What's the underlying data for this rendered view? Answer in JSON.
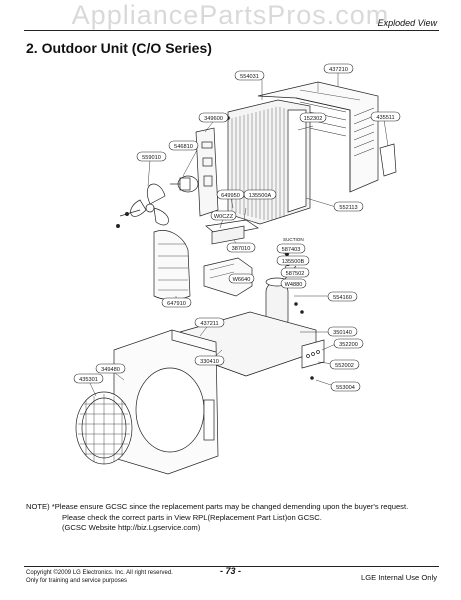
{
  "watermark": "AppliancePartsPros.com",
  "header": {
    "section": "Exploded View"
  },
  "title": "2. Outdoor Unit (C/O Series)",
  "parts": {
    "p437210": "437210",
    "p554031": "554031",
    "p349600": "349600",
    "p546810": "546810",
    "p559010": "559010",
    "p435511": "435511",
    "p152302": "152302",
    "p649950": "649950",
    "p135500A": "135500A",
    "p552113": "552113",
    "pW0CZZ": "W0CZZ",
    "p387010": "387010",
    "p647910": "647910",
    "pW6640": "W6640",
    "suction": "SUCTION",
    "p587403": "587403",
    "p135500B": "135500B",
    "p587502": "587502",
    "pW4880": "W4880",
    "p554160": "554160",
    "p437211": "437211",
    "p330410": "330410",
    "p350140": "350140",
    "p352200": "352200",
    "p552002": "552002",
    "p553004": "553004",
    "p349480": "349480",
    "p435301": "435301"
  },
  "note": {
    "line1": "NOTE) *Please ensure GCSC since the replacement parts may be changed demending upon the buyer's request.",
    "line2": "Please check the correct parts in View RPL(Replacement Part List)on GCSC.",
    "line3": "(GCSC Website http://biz.Lgservice.com)"
  },
  "footer": {
    "copyright": "Copyright ©2009 LG Electronics. Inc. All right reserved.",
    "training": "Only for training and service purposes",
    "page": "- 73 -",
    "internal": "LGE Internal Use Only"
  }
}
